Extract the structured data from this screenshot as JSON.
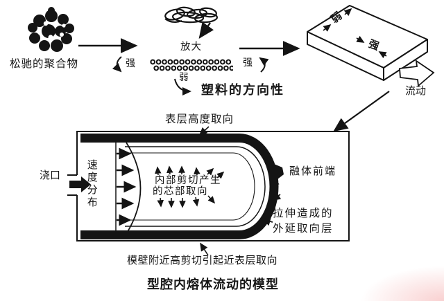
{
  "colors": {
    "ink": "#141414",
    "background": "#ffffff"
  },
  "top_row": {
    "polymer_label": "松驰的聚合物",
    "magnify_label": "放大",
    "strong_left": "强",
    "strong_right": "强",
    "weak_label": "弱",
    "directionality_label": "塑料的方向性",
    "slab_weak": "弱",
    "slab_strong": "强",
    "flow_label": "流动"
  },
  "cavity": {
    "surface_orientation_label": "表层高度取向",
    "gate_label": "浇口",
    "velocity_distribution_label": "速度分布",
    "core_orientation_line1": "内部剪切产生",
    "core_orientation_line2": "的芯部取向",
    "melt_front_label": "融体前端",
    "stretch_layer_line1": "拉伸造成的",
    "stretch_layer_line2": "外延取向层",
    "wall_shear_label": "模壁附近高剪切引起近表层取向"
  },
  "caption": "型腔内熔体流动的模型"
}
